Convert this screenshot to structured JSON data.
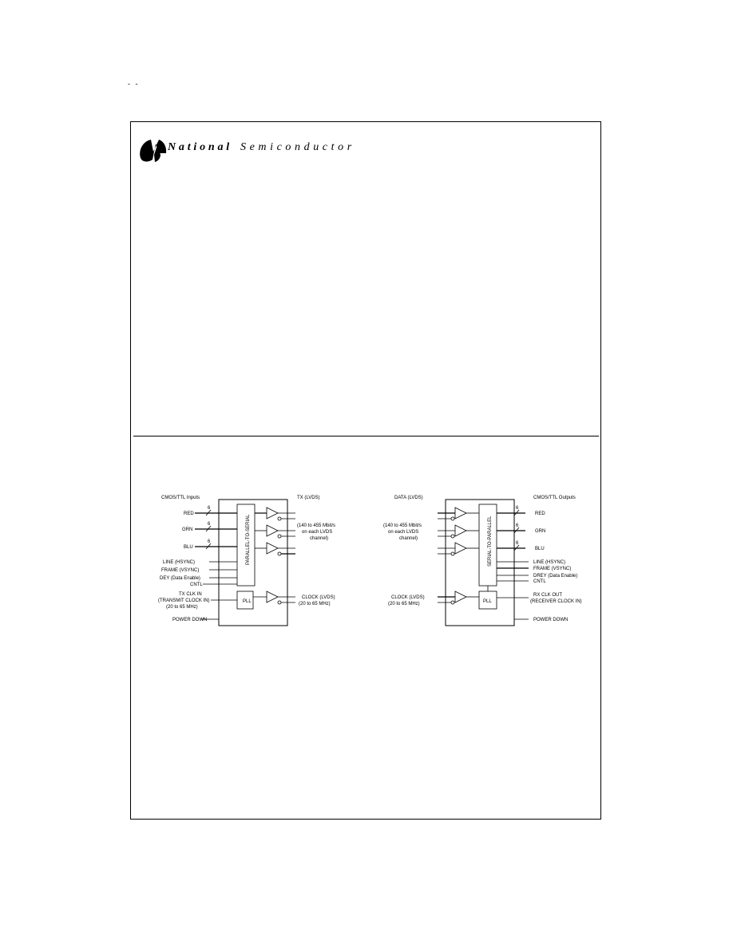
{
  "header": {
    "corner_mark": "- -",
    "brand_primary": "National",
    "brand_secondary": "Semiconductor"
  },
  "transmitter": {
    "inputs_title": "CMOS/TTL Inputs",
    "outputs_title": "TX (LVDS)",
    "red": "RED",
    "green": "GRN",
    "blue": "BLU",
    "hsync": "LINE (HSYNC)",
    "vsync": "FRAME (VSYNC)",
    "de": "DEY (Data Enable)",
    "cntl": "CNTL",
    "tx_clock_1": "TX CLK IN",
    "tx_clock_2": "(TRANSMIT CLOCK IN)",
    "tx_clock_3": "(20 to 65 MHz)",
    "power_down": "POWER DOWN",
    "out_1": "(140 to 455 Mbit/s",
    "out_2": "on each LVDS",
    "out_3": "channel)",
    "clk_out_1": "CLOCK (LVDS)",
    "clk_out_2": "(20 to 65 MHz)",
    "mux_label": "PARALLEL-TO-SERIAL",
    "pll_label": "PLL",
    "width_red": "6",
    "width_green": "6",
    "width_blue": "6"
  },
  "receiver": {
    "inputs_title": "DATA (LVDS)",
    "outputs_title": "CMOS/TTL Outputs",
    "in_1": "(140 to 455 Mbit/s",
    "in_2": "on each LVDS",
    "in_3": "channel)",
    "clk_in_1": "CLOCK (LVDS)",
    "clk_in_2": "(20 to 65 MHz)",
    "red": "RED",
    "green": "GRN",
    "blue": "BLU",
    "hsync": "LINE (HSYNC)",
    "vsync": "FRAME (VSYNC)",
    "de": "DREY (Data Enable)",
    "cntl": "CNTL",
    "rx_clock_1": "RX CLK OUT",
    "rx_clock_2": "(RECEIVER CLOCK IN)",
    "power_down": "POWER DOWN",
    "mux_label": "SERIAL-TO-PARALLEL",
    "pll_label": "PLL",
    "width_red": "6",
    "width_green": "6",
    "width_blue": "6"
  }
}
